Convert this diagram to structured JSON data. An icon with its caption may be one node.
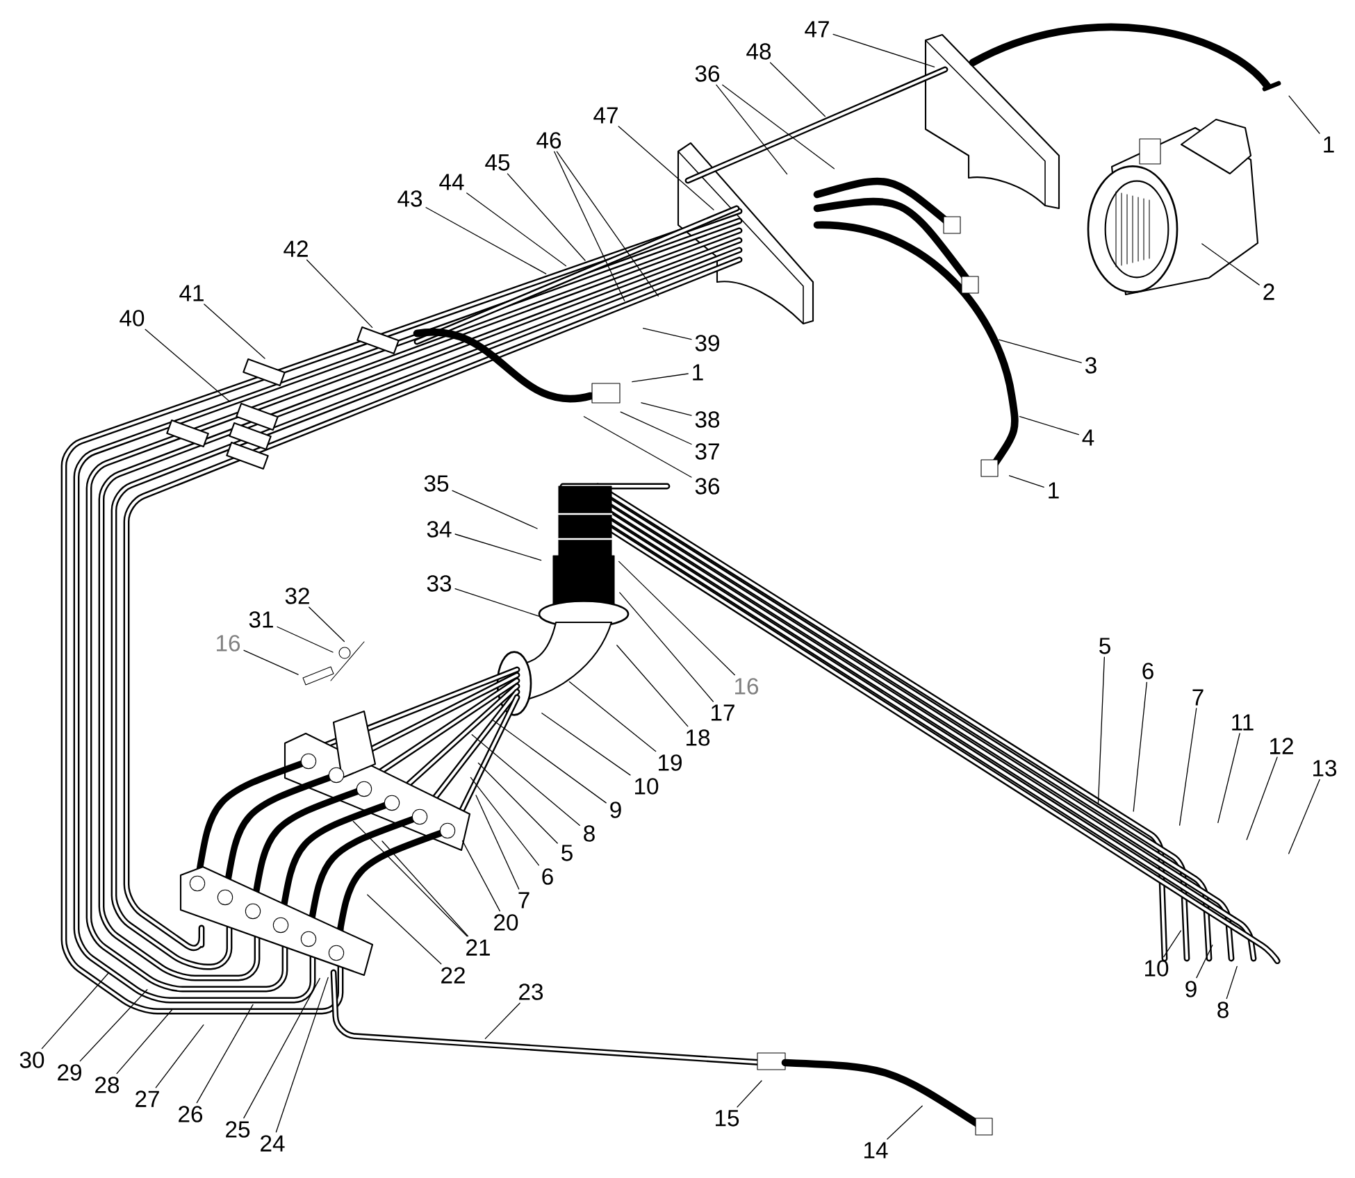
{
  "diagram": {
    "nodes": [
      {
        "text": [
          "47"
        ]
      },
      {
        "text": [
          "48"
        ]
      },
      {
        "text": [
          "36"
        ]
      },
      {
        "text": [
          "47"
        ]
      },
      {
        "text": [
          "46"
        ]
      },
      {
        "text": [
          "1"
        ]
      },
      {
        "text": [
          "45"
        ]
      },
      {
        "text": [
          "44"
        ]
      },
      {
        "text": [
          "43"
        ]
      },
      {
        "text": [
          "42"
        ]
      },
      {
        "text": [
          "2"
        ]
      },
      {
        "text": [
          "41"
        ]
      },
      {
        "text": [
          "40"
        ]
      },
      {
        "text": [
          "39"
        ]
      },
      {
        "text": [
          "3"
        ]
      },
      {
        "text": [
          "1"
        ]
      },
      {
        "text": [
          "38"
        ]
      },
      {
        "text": [
          "4"
        ]
      },
      {
        "text": [
          "37"
        ]
      },
      {
        "text": [
          "35"
        ]
      },
      {
        "text": [
          "36"
        ]
      },
      {
        "text": [
          "1"
        ]
      },
      {
        "text": [
          "34"
        ]
      },
      {
        "text": [
          "33"
        ]
      },
      {
        "text": [
          "32"
        ]
      },
      {
        "text": [
          "31"
        ]
      },
      {
        "text": [
          "16"
        ]
      },
      {
        "text": [
          "5"
        ]
      },
      {
        "text": [
          "6"
        ]
      },
      {
        "text": [
          "16"
        ]
      },
      {
        "text": [
          "7"
        ]
      },
      {
        "text": [
          "17"
        ]
      },
      {
        "text": [
          "11"
        ]
      },
      {
        "text": [
          "18"
        ]
      },
      {
        "text": [
          "12"
        ]
      },
      {
        "text": [
          "19"
        ]
      },
      {
        "text": [
          "13"
        ]
      },
      {
        "text": [
          "10"
        ]
      },
      {
        "text": [
          "9"
        ]
      },
      {
        "text": [
          "8"
        ]
      },
      {
        "text": [
          "5"
        ]
      },
      {
        "text": [
          "6"
        ]
      },
      {
        "text": [
          "7"
        ]
      },
      {
        "text": [
          "20"
        ]
      },
      {
        "text": [
          "21"
        ]
      },
      {
        "text": [
          "10"
        ]
      },
      {
        "text": [
          "22"
        ]
      },
      {
        "text": [
          "9"
        ]
      },
      {
        "text": [
          "23"
        ]
      },
      {
        "text": [
          "8"
        ]
      },
      {
        "text": [
          "30"
        ]
      },
      {
        "text": [
          "29"
        ]
      },
      {
        "text": [
          "28"
        ]
      },
      {
        "text": [
          "27"
        ]
      },
      {
        "text": [
          "26"
        ]
      },
      {
        "text": [
          "15"
        ]
      },
      {
        "text": [
          "25"
        ]
      },
      {
        "text": [
          "24"
        ]
      },
      {
        "text": [
          "14"
        ]
      }
    ],
    "edges": [
      {
        "from": 0,
        "to": null,
        "arrow": "none"
      },
      {
        "from": 1,
        "to": null,
        "arrow": "none"
      },
      {
        "from": 2,
        "to": null,
        "arrow": "none"
      },
      {
        "from": 2,
        "to": null,
        "arrow": "none"
      },
      {
        "from": 3,
        "to": null,
        "arrow": "none"
      },
      {
        "from": 4,
        "to": null,
        "arrow": "none"
      },
      {
        "from": 4,
        "to": null,
        "arrow": "none"
      },
      {
        "from": 5,
        "to": null,
        "arrow": "none"
      },
      {
        "from": 6,
        "to": null,
        "arrow": "none"
      },
      {
        "from": 7,
        "to": null,
        "arrow": "none"
      },
      {
        "from": 8,
        "to": null,
        "arrow": "none"
      },
      {
        "from": 9,
        "to": null,
        "arrow": "none"
      },
      {
        "from": 10,
        "to": null,
        "arrow": "none"
      },
      {
        "from": 11,
        "to": null,
        "arrow": "none"
      },
      {
        "from": 12,
        "to": null,
        "arrow": "none"
      },
      {
        "from": 13,
        "to": null,
        "arrow": "none"
      },
      {
        "from": 14,
        "to": null,
        "arrow": "none"
      },
      {
        "from": 15,
        "to": null,
        "arrow": "none"
      },
      {
        "from": 16,
        "to": null,
        "arrow": "none"
      },
      {
        "from": 17,
        "to": null,
        "arrow": "none"
      },
      {
        "from": 18,
        "to": null,
        "arrow": "none"
      },
      {
        "from": 19,
        "to": null,
        "arrow": "none"
      },
      {
        "from": 20,
        "to": null,
        "arrow": "none"
      },
      {
        "from": 21,
        "to": null,
        "arrow": "none"
      },
      {
        "from": 22,
        "to": null,
        "arrow": "none"
      },
      {
        "from": 23,
        "to": null,
        "arrow": "none"
      },
      {
        "from": 24,
        "to": null,
        "arrow": "none"
      },
      {
        "from": 25,
        "to": null,
        "arrow": "none"
      },
      {
        "from": 26,
        "to": null,
        "arrow": "none"
      },
      {
        "from": 27,
        "to": null,
        "arrow": "none"
      },
      {
        "from": 28,
        "to": null,
        "arrow": "none"
      },
      {
        "from": 29,
        "to": null,
        "arrow": "none"
      },
      {
        "from": 30,
        "to": null,
        "arrow": "none"
      },
      {
        "from": 31,
        "to": null,
        "arrow": "none"
      },
      {
        "from": 32,
        "to": null,
        "arrow": "none"
      },
      {
        "from": 33,
        "to": null,
        "arrow": "none"
      },
      {
        "from": 34,
        "to": null,
        "arrow": "none"
      },
      {
        "from": 35,
        "to": null,
        "arrow": "none"
      },
      {
        "from": 36,
        "to": null,
        "arrow": "none"
      },
      {
        "from": 37,
        "to": null,
        "arrow": "none"
      },
      {
        "from": 38,
        "to": null,
        "arrow": "none"
      },
      {
        "from": 39,
        "to": null,
        "arrow": "none"
      },
      {
        "from": 40,
        "to": null,
        "arrow": "none"
      },
      {
        "from": 41,
        "to": null,
        "arrow": "none"
      },
      {
        "from": 42,
        "to": null,
        "arrow": "none"
      },
      {
        "from": 43,
        "to": null,
        "arrow": "none"
      },
      {
        "from": 44,
        "to": null,
        "arrow": "none"
      },
      {
        "from": 44,
        "to": null,
        "arrow": "none"
      },
      {
        "from": 45,
        "to": null,
        "arrow": "none"
      },
      {
        "from": 46,
        "to": null,
        "arrow": "none"
      },
      {
        "from": 47,
        "to": null,
        "arrow": "none"
      },
      {
        "from": 48,
        "to": null,
        "arrow": "none"
      },
      {
        "from": 49,
        "to": null,
        "arrow": "none"
      },
      {
        "from": 50,
        "to": null,
        "arrow": "none"
      },
      {
        "from": 51,
        "to": null,
        "arrow": "none"
      },
      {
        "from": 52,
        "to": null,
        "arrow": "none"
      },
      {
        "from": 53,
        "to": null,
        "arrow": "none"
      },
      {
        "from": 54,
        "to": null,
        "arrow": "none"
      },
      {
        "from": 55,
        "to": null,
        "arrow": "none"
      },
      {
        "from": 56,
        "to": null,
        "arrow": "none"
      },
      {
        "from": 57,
        "to": null,
        "arrow": "none"
      },
      {
        "from": 58,
        "to": null,
        "arrow": "none"
      }
    ]
  }
}
